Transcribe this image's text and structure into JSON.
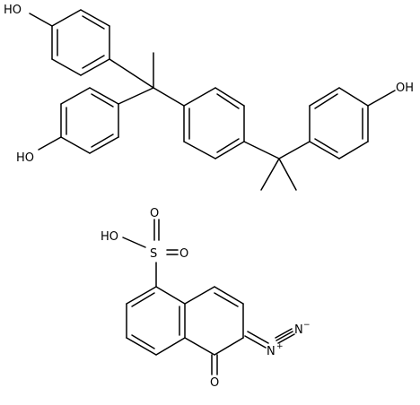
{
  "molecules": [
    {
      "labels": {
        "oh_top_left": "HO",
        "oh_mid_left": "HO",
        "oh_right": "OH"
      }
    },
    {
      "labels": {
        "acid_h": "HO",
        "sulfur": "S",
        "sulfonyl_o_up": "O",
        "sulfonyl_o_right": "O",
        "diazo_n1": "N",
        "diazo_n1_charge": "+",
        "diazo_n2": "N",
        "diazo_n2_charge": "−",
        "ketone_o": "O"
      }
    }
  ]
}
